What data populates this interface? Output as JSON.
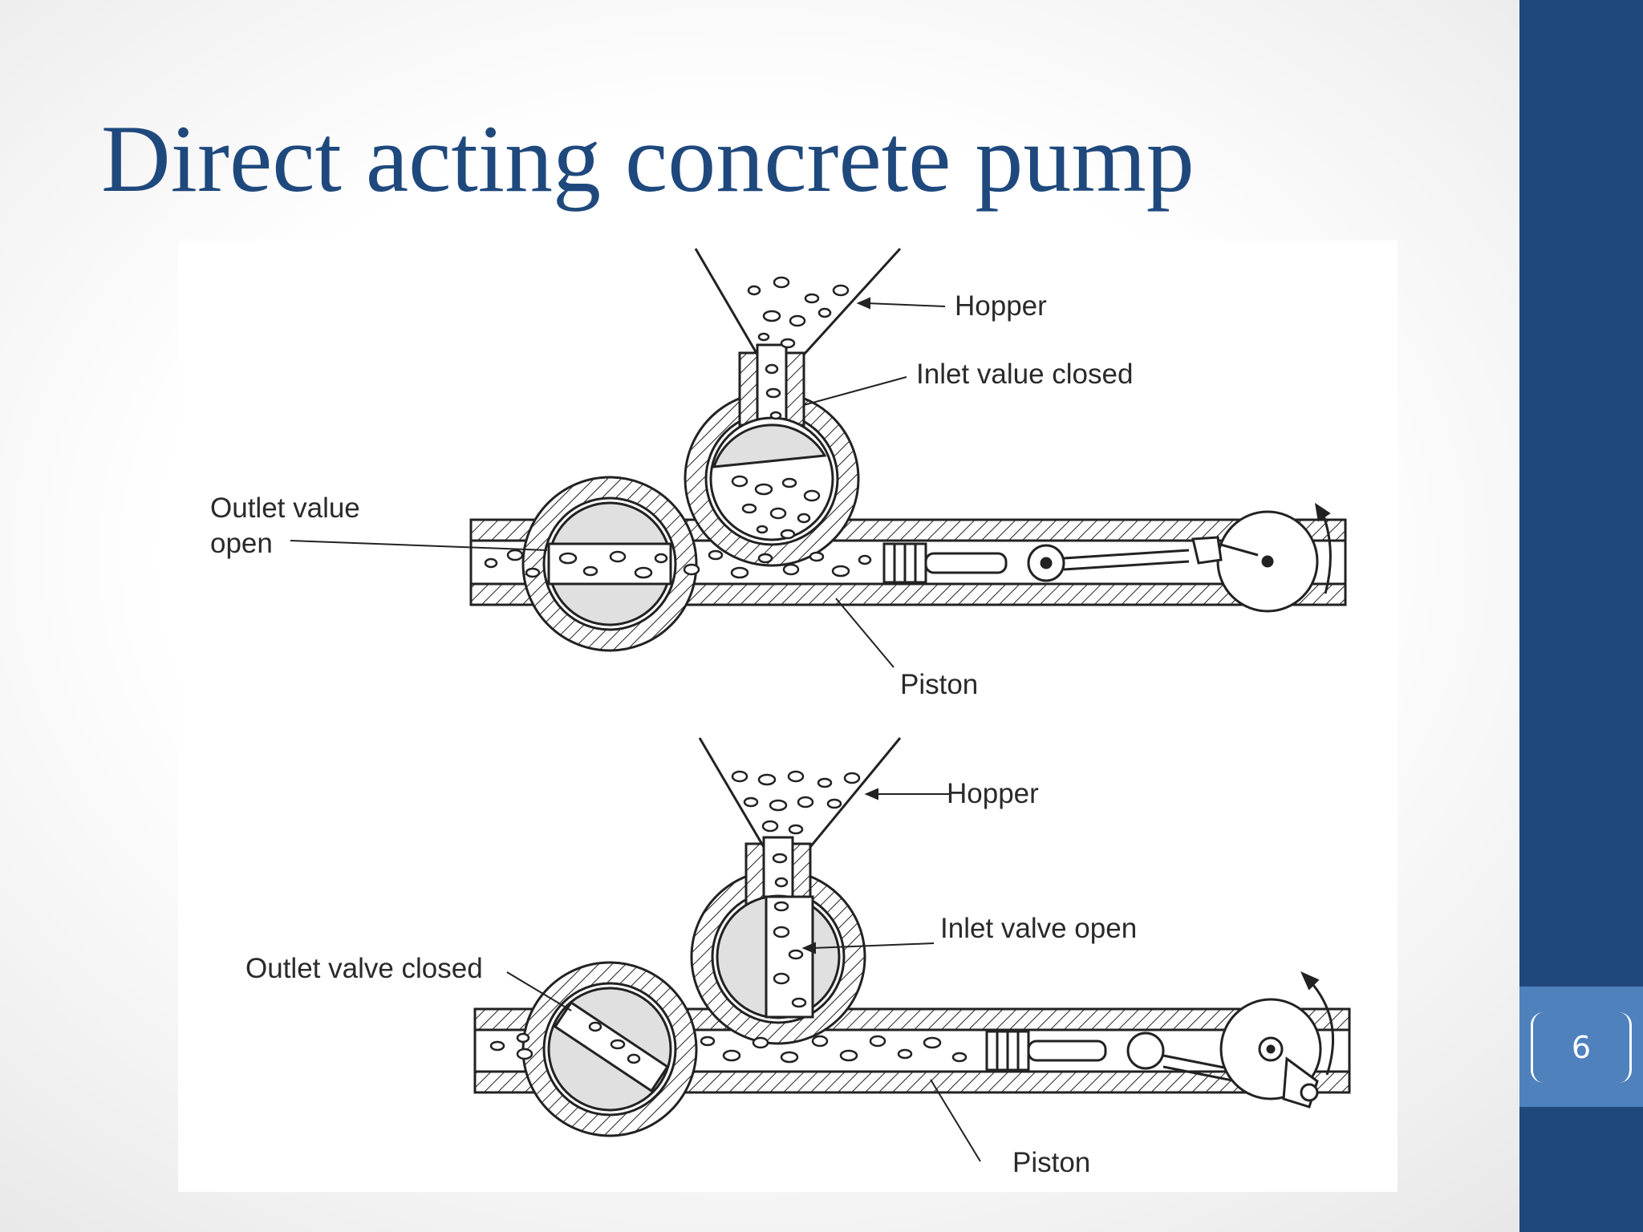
{
  "slide": {
    "title": "Direct acting concrete pump",
    "page_number": "6"
  },
  "diagram": {
    "top": {
      "hopper": "Hopper",
      "inlet": "Inlet value closed",
      "outlet_line1": "Outlet value",
      "outlet_line2": "open",
      "piston": "Piston"
    },
    "bottom": {
      "hopper": "Hopper",
      "inlet": "Inlet valve open",
      "outlet": "Outlet valve closed",
      "piston": "Piston"
    }
  },
  "colors": {
    "title": "#1f497d",
    "side_bar": "#1f497d",
    "page_box": "#4f81bd"
  }
}
